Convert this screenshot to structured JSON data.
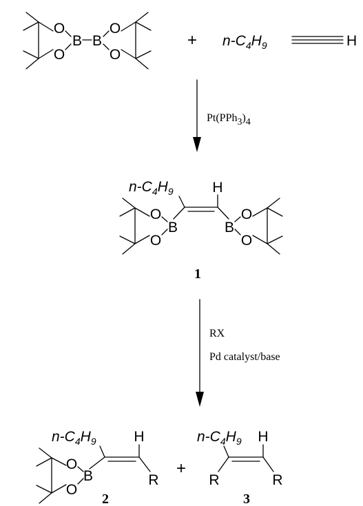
{
  "atoms": {
    "oxygen": "O",
    "boron": "B",
    "hydrogen": "H",
    "r_group": "R"
  },
  "substituent": {
    "prefix": "n-C",
    "c_sub": "4",
    "h": "H",
    "h_sub": "9"
  },
  "plus_sign": "+",
  "reagents": {
    "step1": {
      "pt": "Pt(PPh",
      "pt_sub": "3",
      "pt_close": ")",
      "pt_count": "4"
    },
    "step2": {
      "line1": "RX",
      "line2": "Pd catalyst/base"
    }
  },
  "compounds": {
    "product1": "1",
    "product2": "2",
    "product3": "3"
  }
}
